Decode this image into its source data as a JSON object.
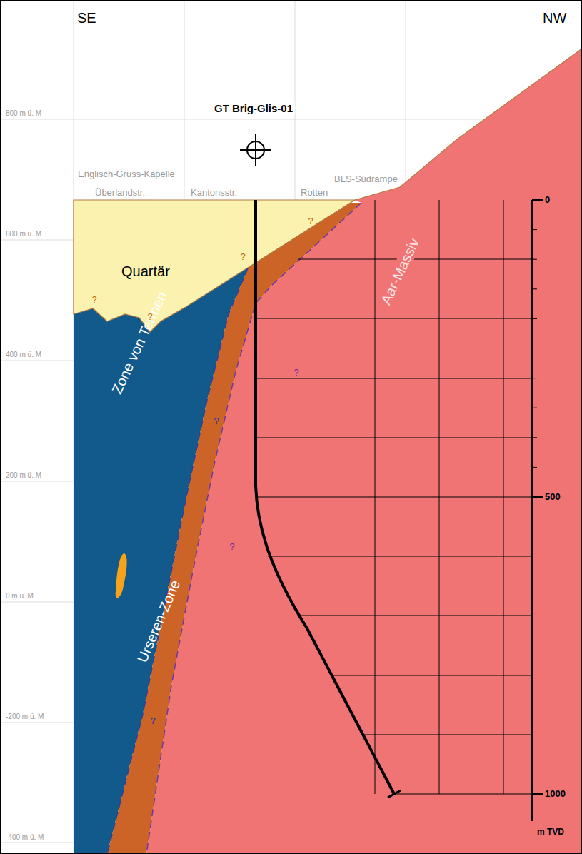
{
  "diagram": {
    "labels": [
      "SE",
      "NW",
      "GT Brig-Glis-01",
      "Englisch-Gruss-Kapelle",
      "Überlandstr.",
      "Kantonsstr.",
      "Rotten",
      "BLS-Südrampe",
      "Quartär",
      "Zone von Termen",
      "Urseren-Zone",
      "Aar-Massiv",
      "800 m ü. M",
      "600 m ü. M",
      "400 m ü. M",
      "200 m ü. M",
      "0 m ü. M",
      "-200 m ü. M",
      "-400 m ü. M",
      "0",
      "500",
      "1000",
      "m TVD",
      "?",
      "?",
      "?",
      "?",
      "?",
      "?",
      "?",
      "?"
    ]
  }
}
